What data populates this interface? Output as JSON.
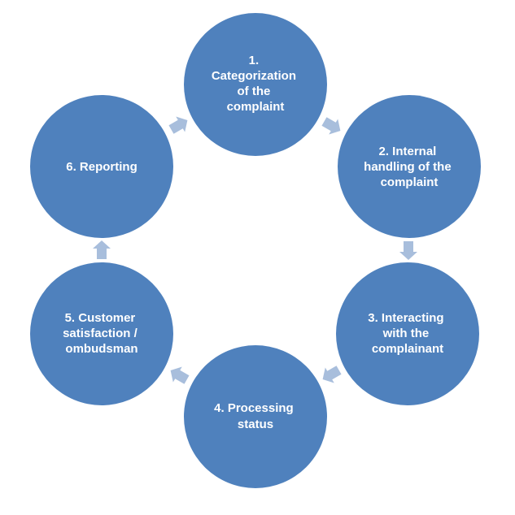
{
  "diagram": {
    "type": "cycle",
    "colors": {
      "node_fill": "#4f81bd",
      "node_text": "#ffffff",
      "arrow_fill": "#a8bedc",
      "background": "#ffffff"
    },
    "steps": [
      {
        "lines": [
          "1.",
          "Categorization",
          "of the",
          "complaint"
        ]
      },
      {
        "lines": [
          "2. Internal",
          "handling of the",
          "complaint"
        ]
      },
      {
        "lines": [
          "3. Interacting",
          "with the",
          "complainant"
        ]
      },
      {
        "lines": [
          "4. Processing",
          "status"
        ]
      },
      {
        "lines": [
          "5. Customer",
          "satisfaction /",
          "ombudsman"
        ]
      },
      {
        "lines": [
          "6. Reporting"
        ]
      }
    ],
    "arrows": [
      {
        "from": 1,
        "to": 2,
        "icon": "arrow-icon"
      },
      {
        "from": 2,
        "to": 3,
        "icon": "arrow-icon"
      },
      {
        "from": 3,
        "to": 4,
        "icon": "arrow-icon"
      },
      {
        "from": 4,
        "to": 5,
        "icon": "arrow-icon"
      },
      {
        "from": 5,
        "to": 6,
        "icon": "arrow-icon"
      },
      {
        "from": 6,
        "to": 1,
        "icon": "arrow-icon"
      }
    ]
  }
}
